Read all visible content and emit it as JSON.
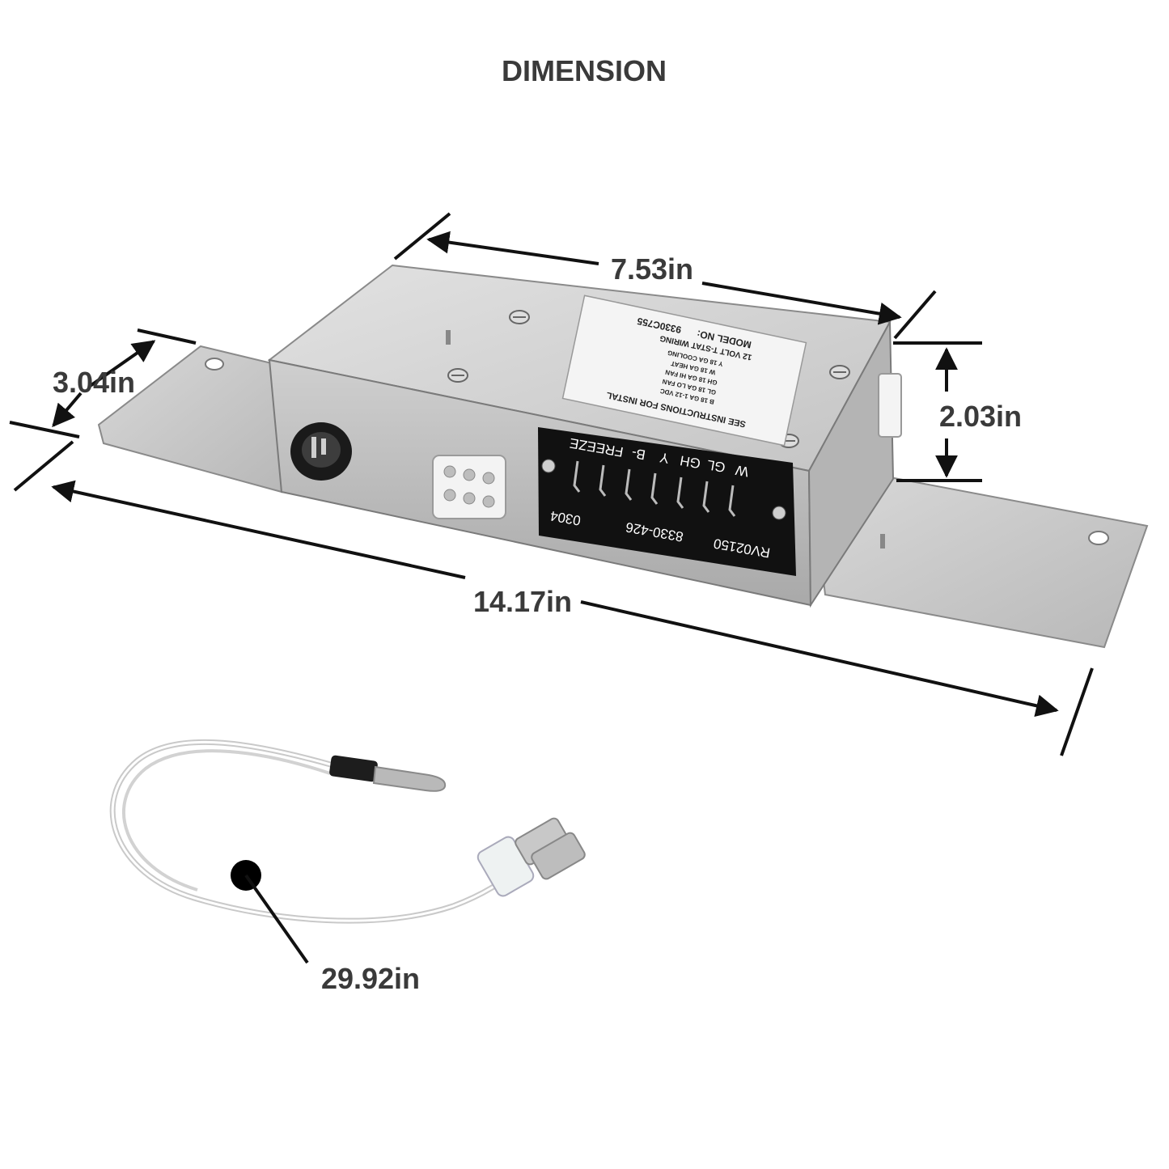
{
  "title": "DIMENSION",
  "dimensions": {
    "box_length": "7.53in",
    "flange_width": "3.04in",
    "box_height": "2.03in",
    "total_length": "14.17in",
    "sensor_length": "29.92in"
  },
  "product_label": {
    "line1": "SEE INSTRUCTIONS FOR INSTAL",
    "model_prefix": "MODEL NO:",
    "model": "9330C755",
    "wiring": "12 VOLT T-STAT WIRING",
    "rows": [
      "B     18 GA    1-12 VDC",
      "GL    18 GA    LO FAN",
      "GH    18 GA    HI FAN",
      "W     18 GA    HEAT",
      "Y     18 GA    COOLING"
    ]
  },
  "terminal_block": {
    "terminals": [
      "W",
      "GL",
      "GH",
      "Y",
      "B-",
      "FREEZE"
    ],
    "part_number": "RV02150",
    "code1": "8330-426",
    "code2": "0304"
  },
  "colors": {
    "text": "#3a3a3a",
    "metal": "#c9c9c9",
    "terminal_plate": "#111111"
  }
}
